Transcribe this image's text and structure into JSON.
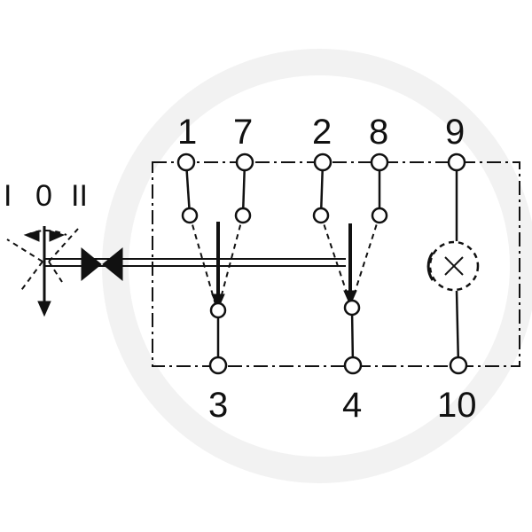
{
  "switch_positions": [
    "I",
    "0",
    "II"
  ],
  "terminals": {
    "t1": "1",
    "t7": "7",
    "t2": "2",
    "t8": "8",
    "t9": "9",
    "t3": "3",
    "t4": "4",
    "t10": "10"
  },
  "icons": {
    "lamp": "lamp-icon",
    "actuator": "bowtie-actuator-icon"
  }
}
